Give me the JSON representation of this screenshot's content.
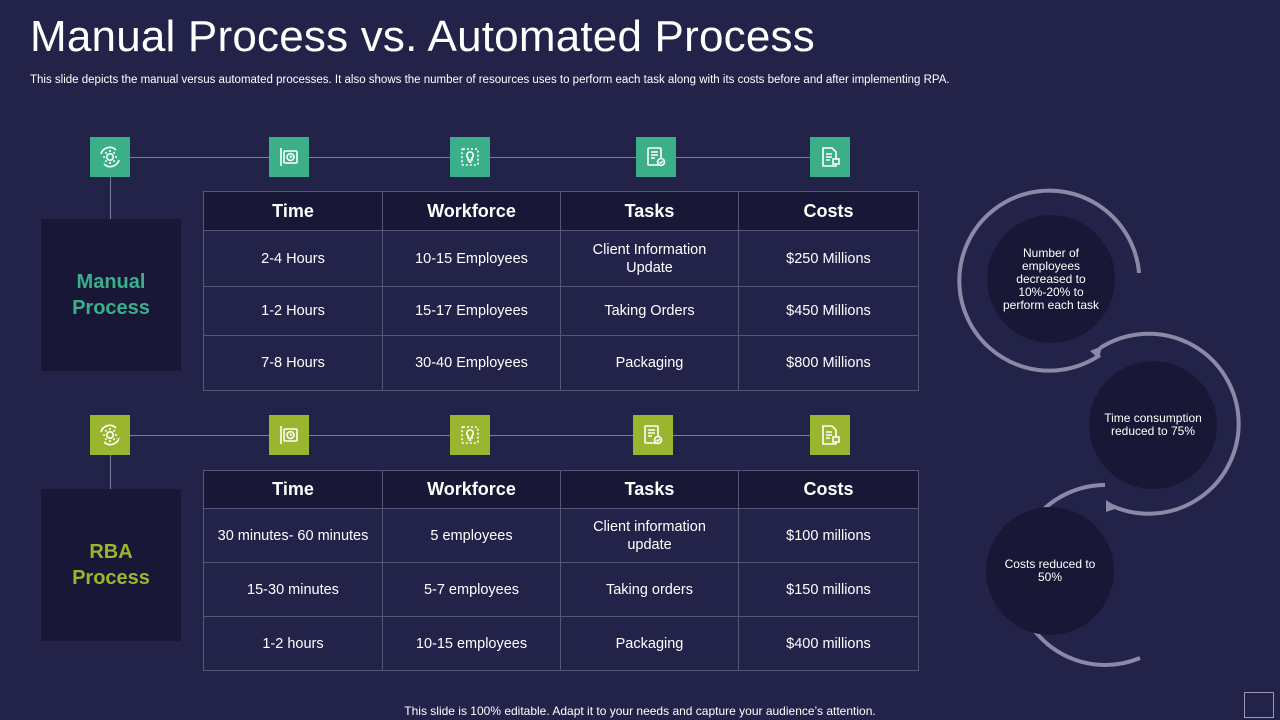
{
  "header": {
    "title": "Manual Process vs. Automated Process",
    "subtitle": "This slide depicts the manual versus automated processes. It also shows the number of resources uses to perform each task along with its costs before and after implementing RPA."
  },
  "colors": {
    "background": "#23234a",
    "panel": "#181836",
    "manual_accent": "#3aaf8a",
    "rba_accent": "#9ab52f"
  },
  "icons": [
    "gear-cycle-icon",
    "clock-sign-icon",
    "lightbulb-icon",
    "checklist-icon",
    "invoice-icon"
  ],
  "manual": {
    "label_line1": "Manual",
    "label_line2": "Process",
    "headers": [
      "Time",
      "Workforce",
      "Tasks",
      "Costs"
    ],
    "rows": [
      [
        "2-4 Hours",
        "10-15 Employees",
        "Client Information Update",
        "$250 Millions"
      ],
      [
        "1-2 Hours",
        "15-17 Employees",
        "Taking Orders",
        "$450 Millions"
      ],
      [
        "7-8 Hours",
        "30-40 Employees",
        "Packaging",
        "$800 Millions"
      ]
    ]
  },
  "rba": {
    "label_line1": "RBA",
    "label_line2": "Process",
    "headers": [
      "Time",
      "Workforce",
      "Tasks",
      "Costs"
    ],
    "rows": [
      [
        "30  minutes- 60 minutes",
        "5 employees",
        "Client information update",
        "$100 millions"
      ],
      [
        "15-30 minutes",
        "5-7 employees",
        "Taking orders",
        "$150 millions"
      ],
      [
        "1-2 hours",
        "10-15 employees",
        "Packaging",
        "$400 millions"
      ]
    ]
  },
  "benefits": [
    "Number of employees decreased to 10%-20% to perform each task",
    "Time consumption reduced to 75%",
    "Costs reduced to 50%"
  ],
  "footer": "This slide is 100% editable. Adapt it to your needs and capture your audience’s attention."
}
